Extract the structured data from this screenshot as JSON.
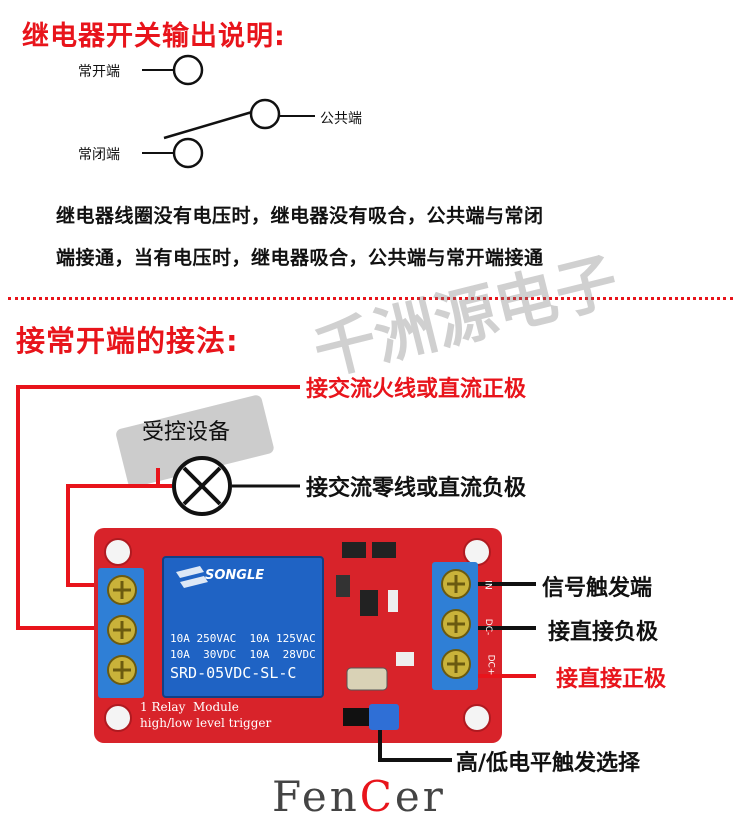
{
  "section1": {
    "title": "继电器开关输出说明:",
    "diagram": {
      "no_label": "常开端",
      "nc_label": "常闭端",
      "common_label": "公共端"
    },
    "description_line1": "继电器线圈没有电压时，继电器没有吸合，公共端与常闭",
    "description_line2": "端接通，当有电压时，继电器吸合，公共端与常开端接通"
  },
  "section2": {
    "title": "接常开端的接法:",
    "wire_live": "接交流火线或直流正极",
    "device_label": "受控设备",
    "wire_neutral": "接交流零线或直流负极",
    "signal_label": "信号触发端",
    "neg_label": "接直接负极",
    "pos_label": "接直接正极",
    "jumper_label": "高/低电平触发选择"
  },
  "board": {
    "relay_brand": "SONGLE",
    "relay_spec1": "10A 250VAC  10A 125VAC",
    "relay_spec2": "10A  30VDC  10A  28VDC",
    "relay_model": "SRD-05VDC-SL-C",
    "module_line1": "1 Relay  Module",
    "module_line2": "high/low level trigger",
    "pin_in": "IN",
    "pin_dcm": "DC-",
    "pin_dcp": "DC+"
  },
  "brand": {
    "part1": "Fen",
    "part2": "C",
    "part3": "er"
  },
  "colors": {
    "accent_red": "#e8141b",
    "board_red": "#d8232a",
    "relay_blue": "#1f63c4",
    "terminal_blue": "#2f7fd6"
  }
}
